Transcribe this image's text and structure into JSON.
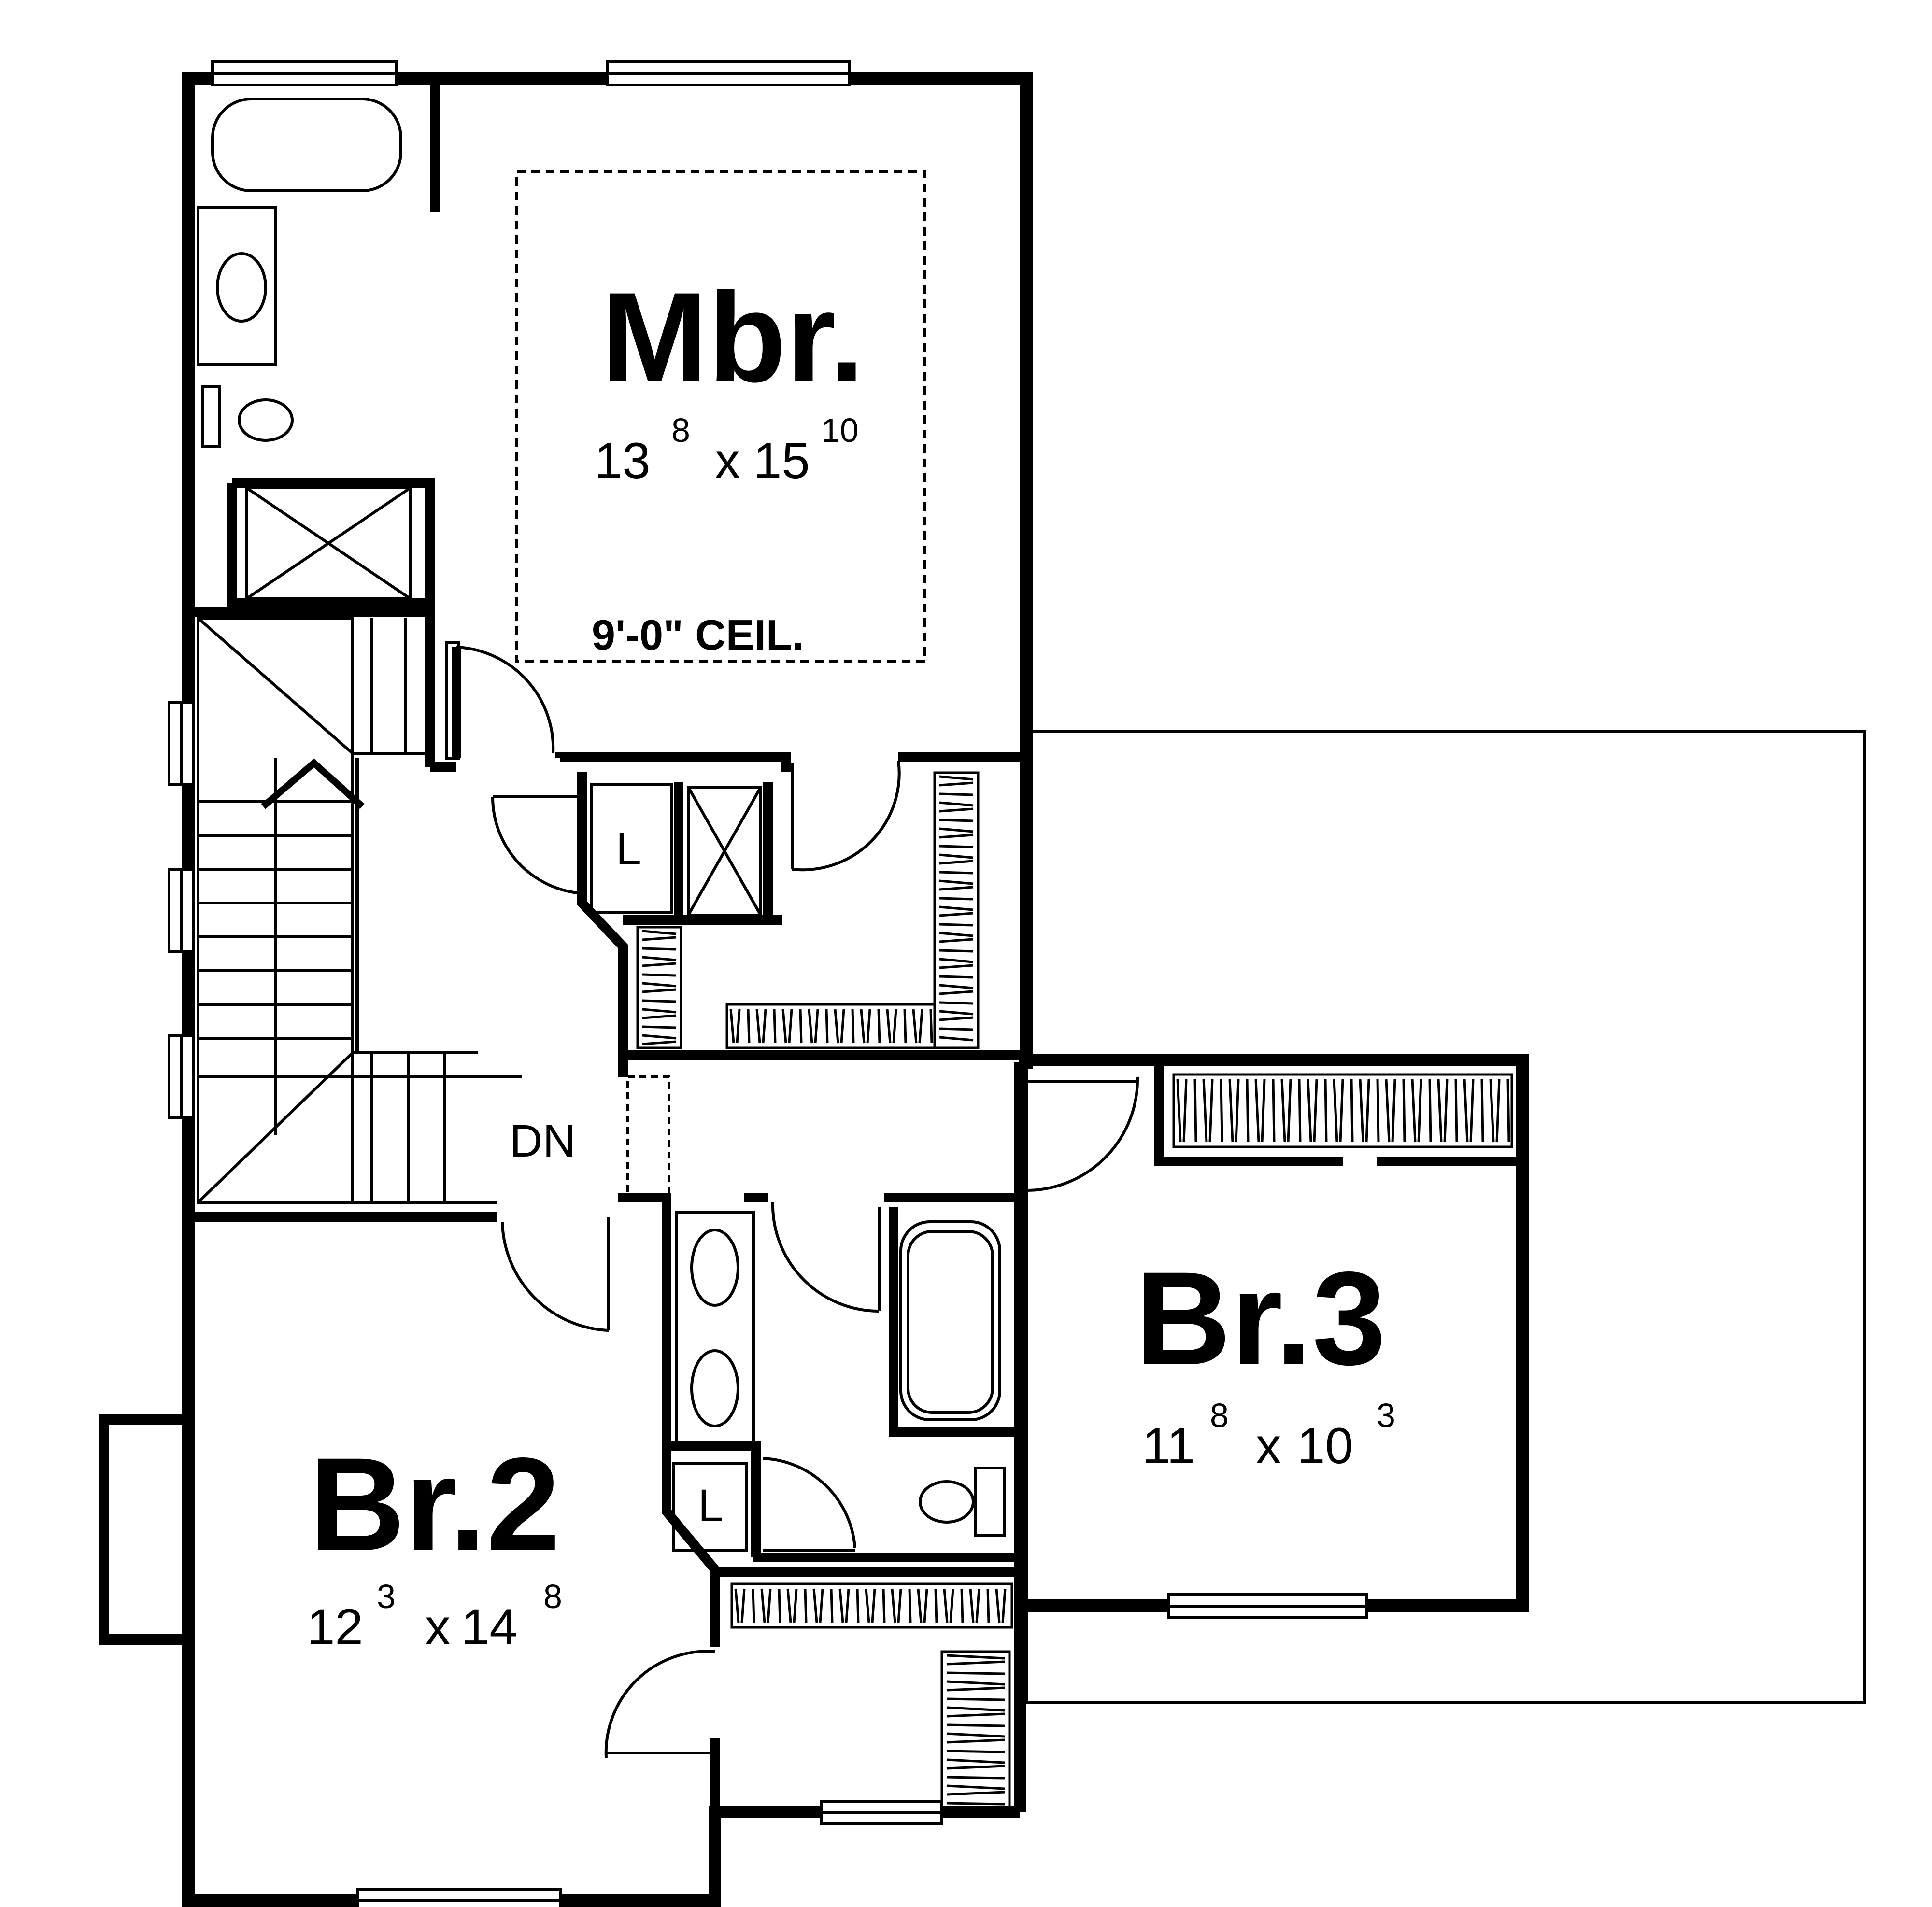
{
  "rooms": {
    "master": {
      "name": "Mbr.",
      "width_ft": "13",
      "width_in": "8",
      "separator": "x",
      "depth_ft": "15",
      "depth_in": "10",
      "ceiling": "9'-0\" CEIL."
    },
    "bedroom2": {
      "name": "Br.2",
      "width_ft": "12",
      "width_in": "3",
      "separator": "x",
      "depth_ft": "14",
      "depth_in": "8"
    },
    "bedroom3": {
      "name": "Br.3",
      "width_ft": "11",
      "width_in": "8",
      "separator": "x",
      "depth_ft": "10",
      "depth_in": "3"
    }
  },
  "labels": {
    "stair_down": "DN",
    "linen_upper": "L",
    "linen_lower": "L"
  },
  "colors": {
    "ink": "#000000",
    "paper": "#ffffff"
  }
}
